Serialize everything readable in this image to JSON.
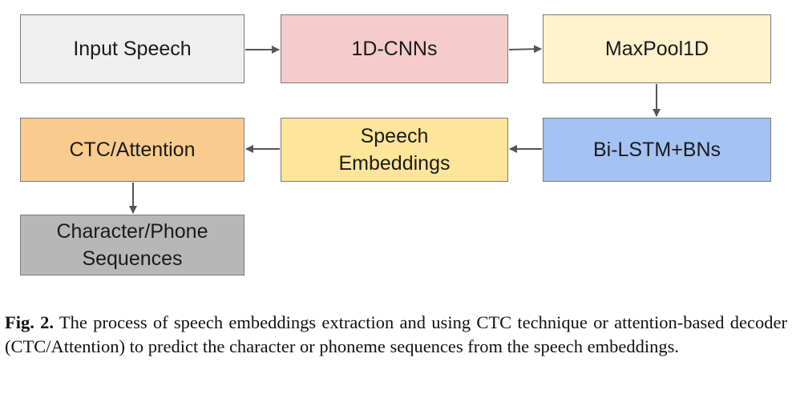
{
  "diagram": {
    "nodes": {
      "input_speech": "Input Speech",
      "cnn": "1D-CNNs",
      "maxpool": "MaxPool1D",
      "bilstm": "Bi-LSTM+BNs",
      "speech_embeddings": "Speech\nEmbeddings",
      "ctc_attention": "CTC/Attention",
      "char_phone": "Character/Phone\nSequences"
    },
    "colors": {
      "input_speech": "#efefef",
      "cnn": "#f4cccc",
      "maxpool": "#fff2cc",
      "bilstm": "#a4c2f4",
      "speech_embeddings": "#ffe599",
      "ctc_attention": "#f9cb8f",
      "char_phone": "#b7b7b7",
      "arrow": "#555555"
    }
  },
  "caption": {
    "label": "Fig. 2.",
    "text": " The process of speech embeddings extraction and using CTC technique or attention-based decoder (CTC/Attention) to predict the character or phoneme sequences from the speech embeddings."
  }
}
